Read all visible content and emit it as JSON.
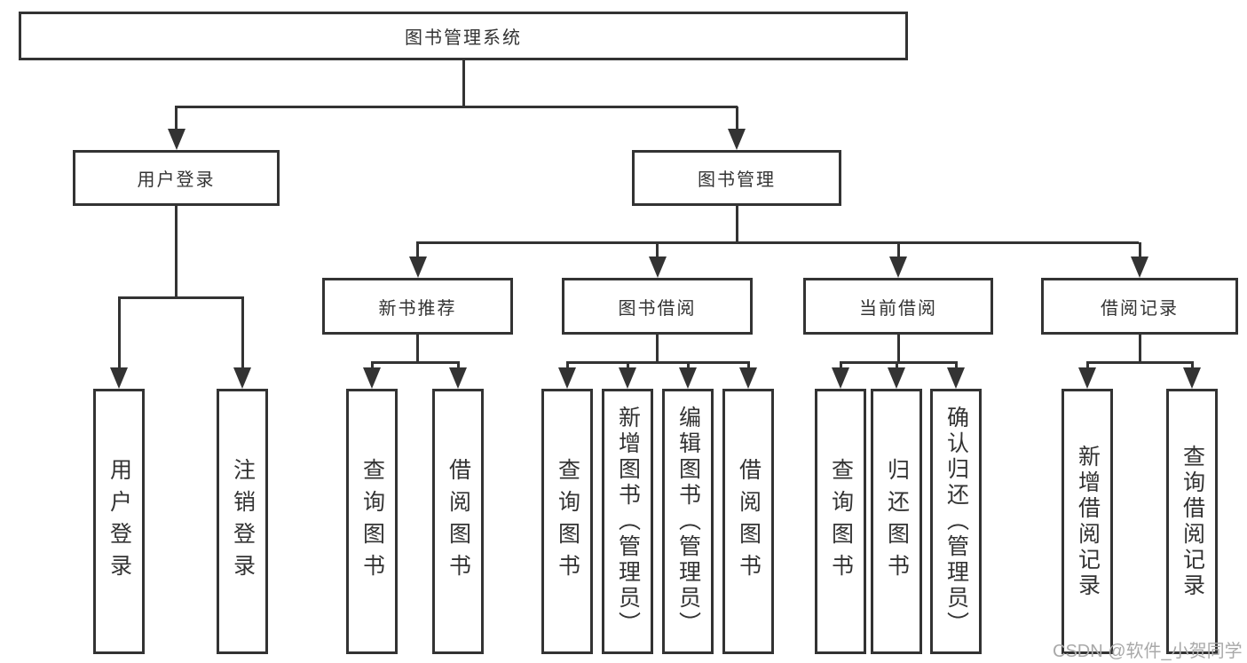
{
  "diagram": {
    "type": "hierarchy-tree",
    "title": "图书管理系统",
    "colors": {
      "line": "#333333",
      "box_background": "#ffffff",
      "text": "#333333",
      "watermark": "#a9a9a9"
    },
    "nodes": {
      "root": {
        "label": "图书管理系统",
        "parent": null
      },
      "user_login": {
        "label": "用户登录",
        "parent": "root"
      },
      "book_mgmt": {
        "label": "图书管理",
        "parent": "root"
      },
      "login_user": {
        "label": "用户登录",
        "parent": "user_login"
      },
      "login_out": {
        "label": "注销登录",
        "parent": "user_login"
      },
      "new_rec": {
        "label": "新书推荐",
        "parent": "book_mgmt"
      },
      "book_borrow": {
        "label": "图书借阅",
        "parent": "book_mgmt"
      },
      "cur_borrow": {
        "label": "当前借阅",
        "parent": "book_mgmt"
      },
      "borrow_log": {
        "label": "借阅记录",
        "parent": "book_mgmt"
      },
      "rec_query": {
        "label": "查询图书",
        "parent": "new_rec"
      },
      "rec_borrow": {
        "label": "借阅图书",
        "parent": "new_rec"
      },
      "bb_query": {
        "label": "查询图书",
        "parent": "book_borrow"
      },
      "bb_add": {
        "label": "新增图书（管理员）",
        "parent": "book_borrow"
      },
      "bb_edit": {
        "label": "编辑图书（管理员）",
        "parent": "book_borrow"
      },
      "bb_borrow": {
        "label": "借阅图书",
        "parent": "book_borrow"
      },
      "cb_query": {
        "label": "查询图书",
        "parent": "cur_borrow"
      },
      "cb_return": {
        "label": "归还图书",
        "parent": "cur_borrow"
      },
      "cb_confirm": {
        "label": "确认归还（管理员）",
        "parent": "cur_borrow"
      },
      "log_add": {
        "label": "新增借阅记录",
        "parent": "borrow_log"
      },
      "log_query": {
        "label": "查询借阅记录",
        "parent": "borrow_log"
      }
    },
    "watermark": "CSDN @软件_小贺同学"
  }
}
